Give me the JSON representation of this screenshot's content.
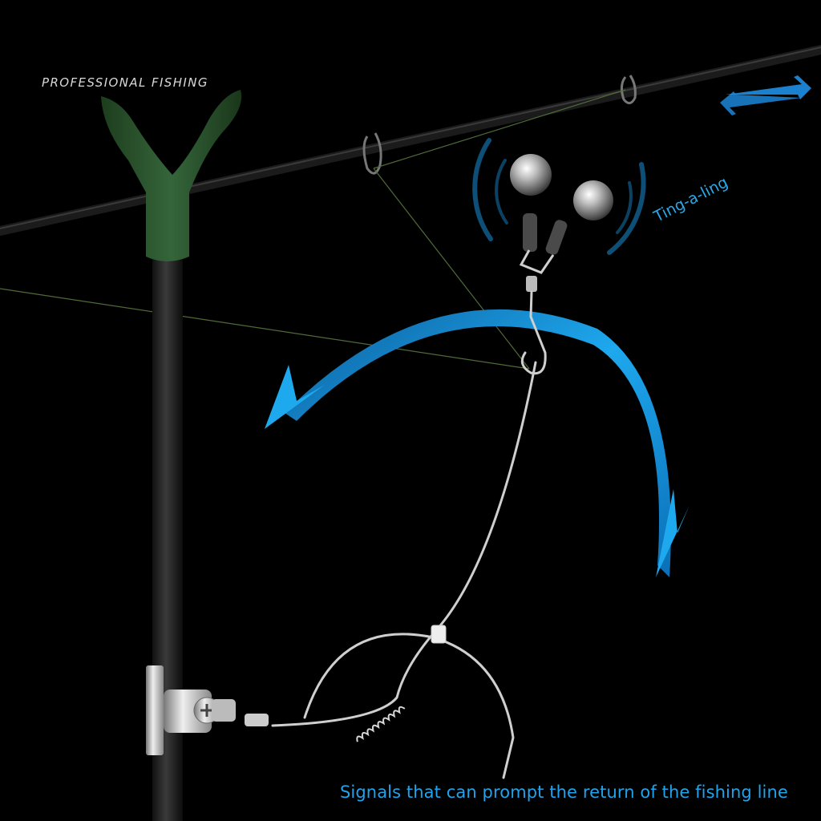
{
  "brand_text": "PROFESSIONAL FISHING",
  "sound_text": "Ting-a-ling",
  "caption": "Signals that can prompt the return of the fishing line",
  "colors": {
    "background": "#000000",
    "accent_blue": "#1fa3ea",
    "rest_green": "#2f5a2e",
    "metal": "#c8c8c8"
  },
  "icons": [
    "double-arrow-icon",
    "sound-wave-icon",
    "curved-arrow-icon"
  ]
}
